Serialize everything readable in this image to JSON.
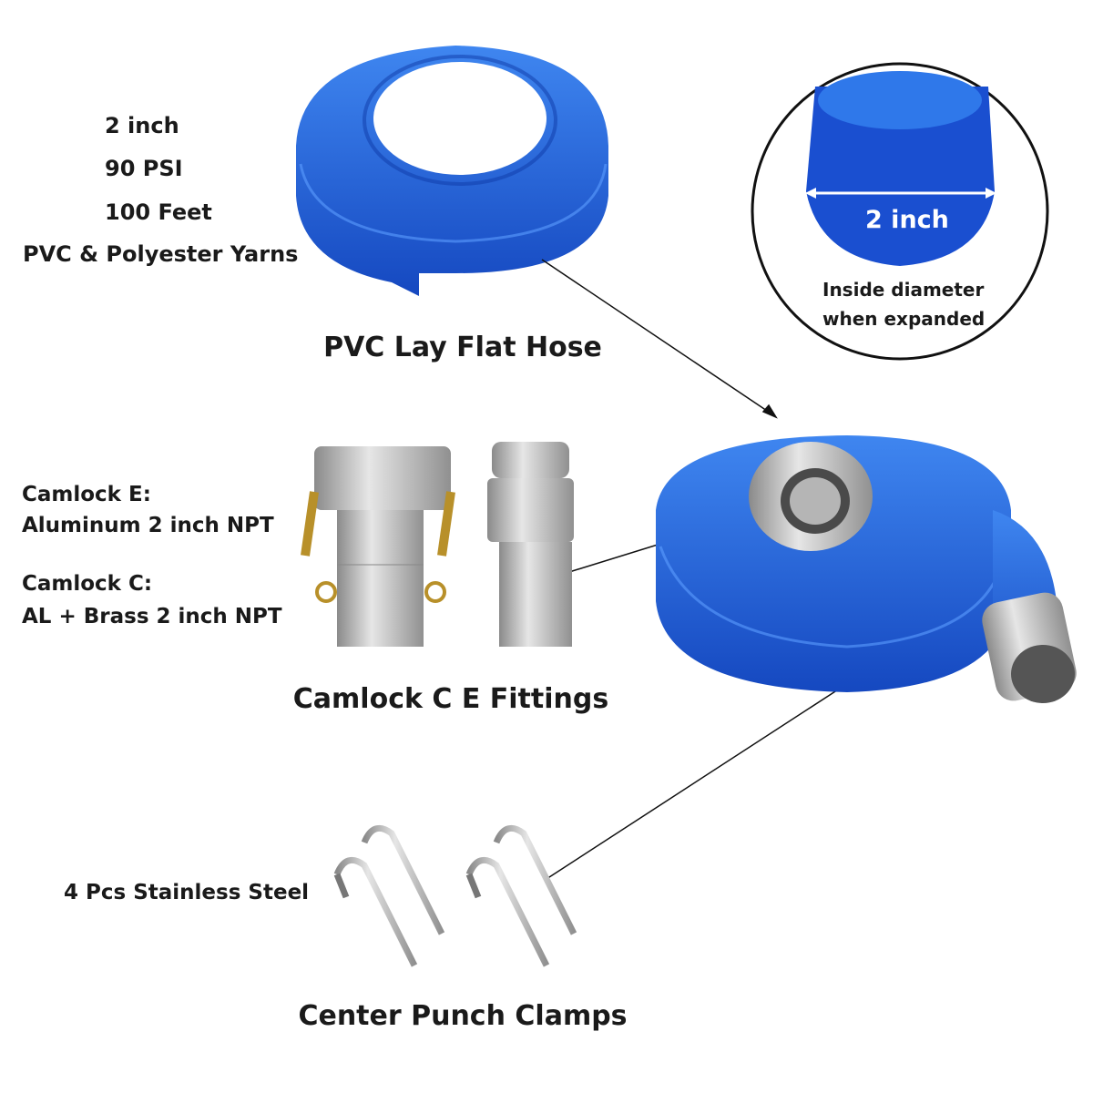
{
  "hose_specs": [
    "2 inch",
    "90 PSI",
    "100 Feet",
    "PVC & Polyester Yarns"
  ],
  "hose_caption": "PVC Lay Flat Hose",
  "diameter_callout": {
    "size": "2 inch",
    "note_line1": "Inside diameter",
    "note_line2": "when expanded"
  },
  "fittings_specs": [
    {
      "name": "Camlock E:",
      "detail": "Aluminum 2 inch NPT"
    },
    {
      "name": "Camlock C:",
      "detail": "AL + Brass 2 inch NPT"
    }
  ],
  "fittings_caption": "Camlock C E Fittings",
  "clamps_spec": "4 Pcs Stainless Steel",
  "clamps_caption": "Center Punch Clamps",
  "colors": {
    "hose_blue": "#1e5fd6",
    "hose_dark": "#0d3aa8",
    "metal": "#b8b8b8",
    "text": "#1a1a1a"
  }
}
